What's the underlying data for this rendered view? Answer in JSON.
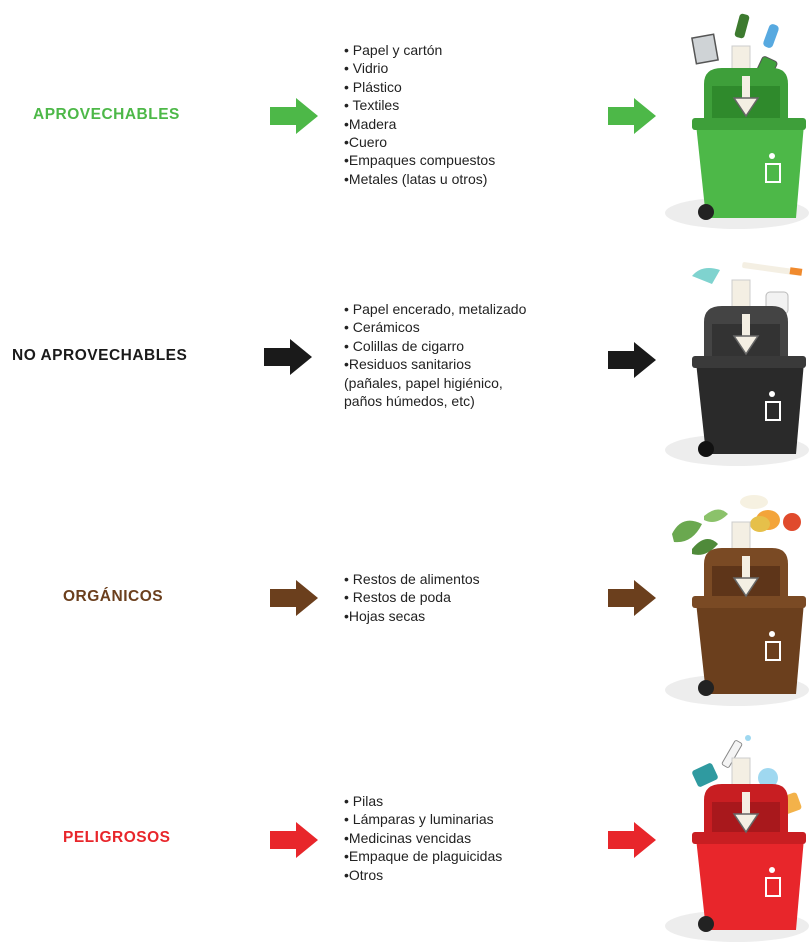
{
  "categories": [
    {
      "key": "aprovechables",
      "title": "APROVECHABLES",
      "color": "#4db848",
      "lid_color": "#3e9f3a",
      "items": [
        "• Papel y cartón",
        "• Vidrio",
        "• Plástico",
        "• Textiles",
        "•Madera",
        "•Cuero",
        "•Empaques compuestos",
        "•Metales (latas u otros)"
      ]
    },
    {
      "key": "no-aprovechables",
      "title": "NO APROVECHABLES",
      "color": "#1a1a1a",
      "lid_color": "#444444",
      "items": [
        "• Papel encerado, metalizado",
        "• Cerámicos",
        "• Colillas de cigarro",
        "•Residuos sanitarios",
        "(pañales, papel higiénico,",
        "paños húmedos, etc)"
      ]
    },
    {
      "key": "organicos",
      "title": "ORGÁNICOS",
      "color": "#6b3f1d",
      "lid_color": "#7a4a24",
      "items": [
        "• Restos de alimentos",
        "• Restos de poda",
        "•Hojas secas"
      ]
    },
    {
      "key": "peligrosos",
      "title": "PELIGROSOS",
      "color": "#e8262b",
      "lid_color": "#c81e22",
      "items": [
        "• Pilas",
        "• Lámparas y luminarias",
        "•Medicinas vencidas",
        "•Empaque de plaguicidas",
        "•Otros"
      ]
    }
  ]
}
